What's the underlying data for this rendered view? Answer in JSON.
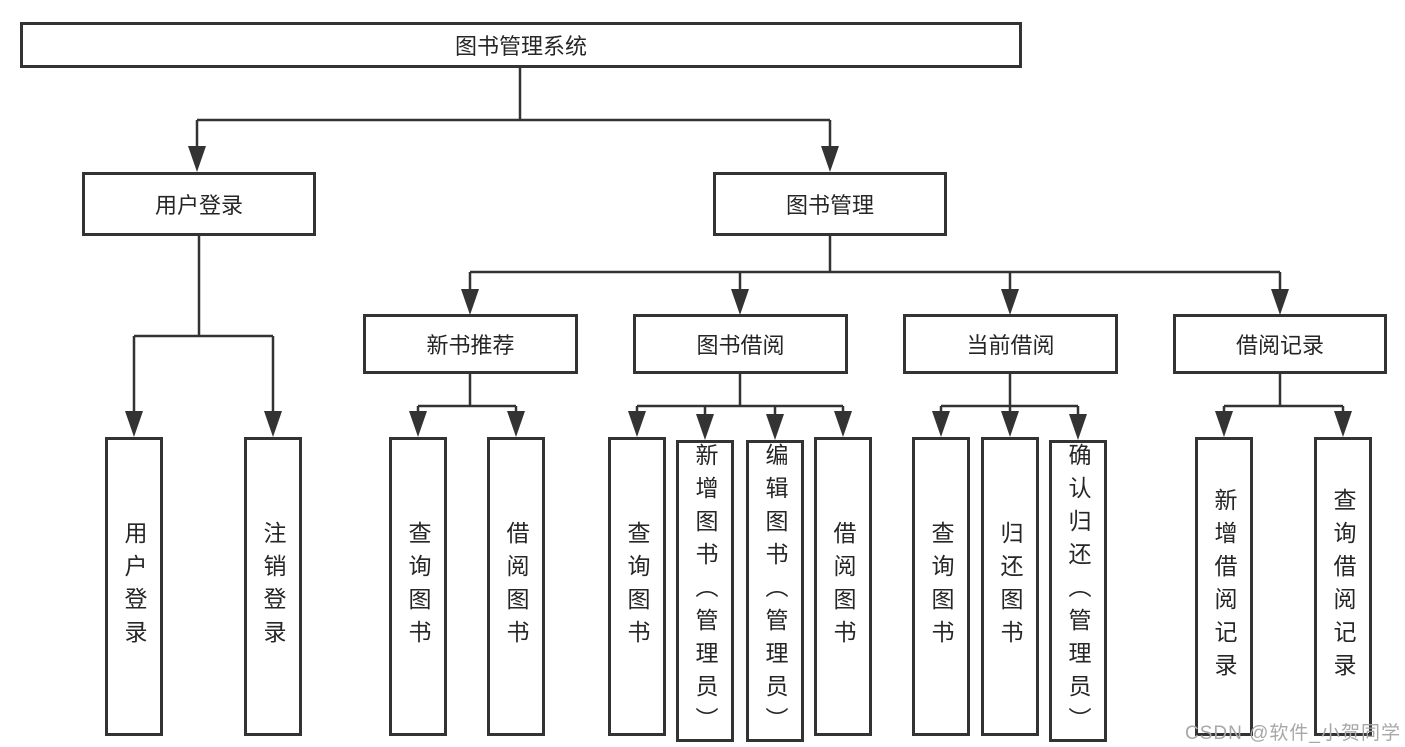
{
  "diagram_title": "图书管理系统",
  "tree": {
    "root": {
      "label": "图书管理系统"
    },
    "branches": [
      {
        "label": "用户登录",
        "children": [
          {
            "label": "用户登录"
          },
          {
            "label": "注销登录"
          }
        ]
      },
      {
        "label": "图书管理",
        "children": [
          {
            "label": "新书推荐",
            "children": [
              {
                "label": "查询图书"
              },
              {
                "label": "借阅图书"
              }
            ]
          },
          {
            "label": "图书借阅",
            "children": [
              {
                "label": "查询图书"
              },
              {
                "label": "新增图书（管理员）"
              },
              {
                "label": "编辑图书（管理员）"
              },
              {
                "label": "借阅图书"
              }
            ]
          },
          {
            "label": "当前借阅",
            "children": [
              {
                "label": "查询图书"
              },
              {
                "label": "归还图书"
              },
              {
                "label": "确认归还（管理员）"
              }
            ]
          },
          {
            "label": "借阅记录",
            "children": [
              {
                "label": "新增借阅记录"
              },
              {
                "label": "查询借阅记录"
              }
            ]
          }
        ]
      }
    ]
  },
  "watermark": "CSDN @软件_小贺同学",
  "colors": {
    "line": "#333333",
    "text": "#262626",
    "background": "#ffffff",
    "watermark": "#a8a8a8"
  }
}
